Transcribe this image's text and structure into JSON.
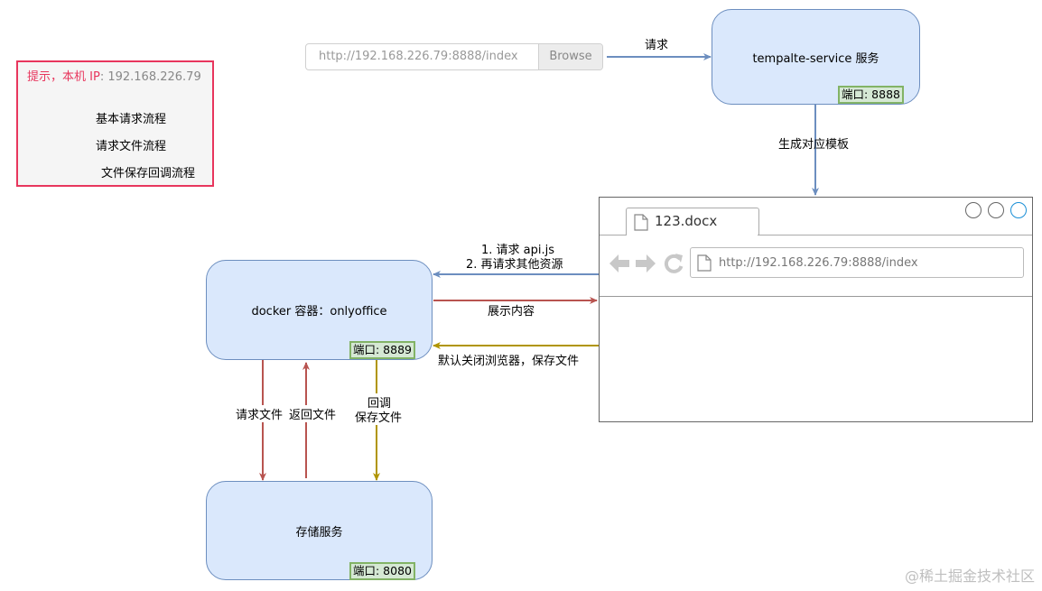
{
  "legend": {
    "title_prefix": "提示，本机 IP",
    "title_colon": ":",
    "title_ip": "192.168.226.79",
    "items": [
      {
        "label": "基本请求流程",
        "color": "#6c8ebf"
      },
      {
        "label": "请求文件流程",
        "color": "#b85450"
      },
      {
        "label": "文件保存回调流程",
        "color": "#b09500"
      }
    ]
  },
  "url_input": {
    "value": "http://192.168.226.79:8888/index",
    "browse_label": "Browse"
  },
  "nodes": {
    "template_service": {
      "label": "tempalte-service 服务",
      "port": "端口: 8888"
    },
    "docker": {
      "label": "docker 容器：onlyoffice",
      "port": "端口: 8889"
    },
    "storage": {
      "label": "存储服务",
      "port": "端口: 8080"
    }
  },
  "browser": {
    "tab_title": "123.docx",
    "address": "http://192.168.226.79:8888/index"
  },
  "edges": {
    "request": "请求",
    "generate_template": "生成对应模板",
    "api_request_1": "1. 请求 api.js",
    "api_request_2": "2. 再请求其他资源",
    "display_content": "展示内容",
    "save_on_close": "默认关闭浏览器，保存文件",
    "request_file": "请求文件",
    "return_file": "返回文件",
    "callback_1": "回调",
    "callback_2": "保存文件"
  },
  "colors": {
    "blue_flow": "#6c8ebf",
    "red_flow": "#b85450",
    "yellow_flow": "#b09500",
    "node_fill": "#dae8fc",
    "port_fill": "#d5e8d4"
  },
  "watermark": "@稀土掘金技术社区"
}
